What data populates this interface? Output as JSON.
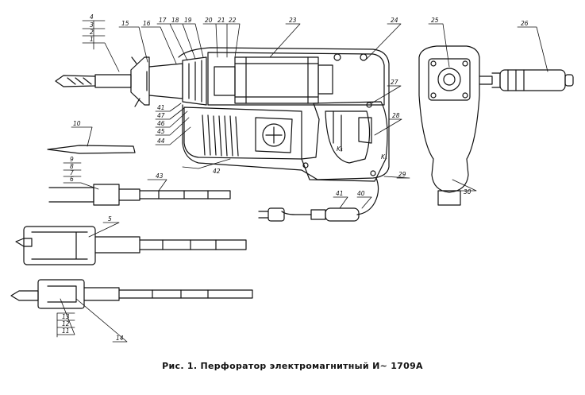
{
  "caption": "Рис. 1. Перфоратор электромагнитный И~ 1709А",
  "callouts": [
    "1",
    "2",
    "3",
    "4",
    "5",
    "6",
    "7",
    "8",
    "9",
    "10",
    "11",
    "12",
    "13",
    "14",
    "15",
    "16",
    "17",
    "18",
    "19",
    "20",
    "21",
    "22",
    "23",
    "24",
    "25",
    "26",
    "27",
    "28",
    "29",
    "30",
    "40",
    "41",
    "42",
    "43",
    "44",
    "45",
    "46",
    "47"
  ],
  "marks": {
    "k1": "K₁",
    "k2": "K₁"
  }
}
